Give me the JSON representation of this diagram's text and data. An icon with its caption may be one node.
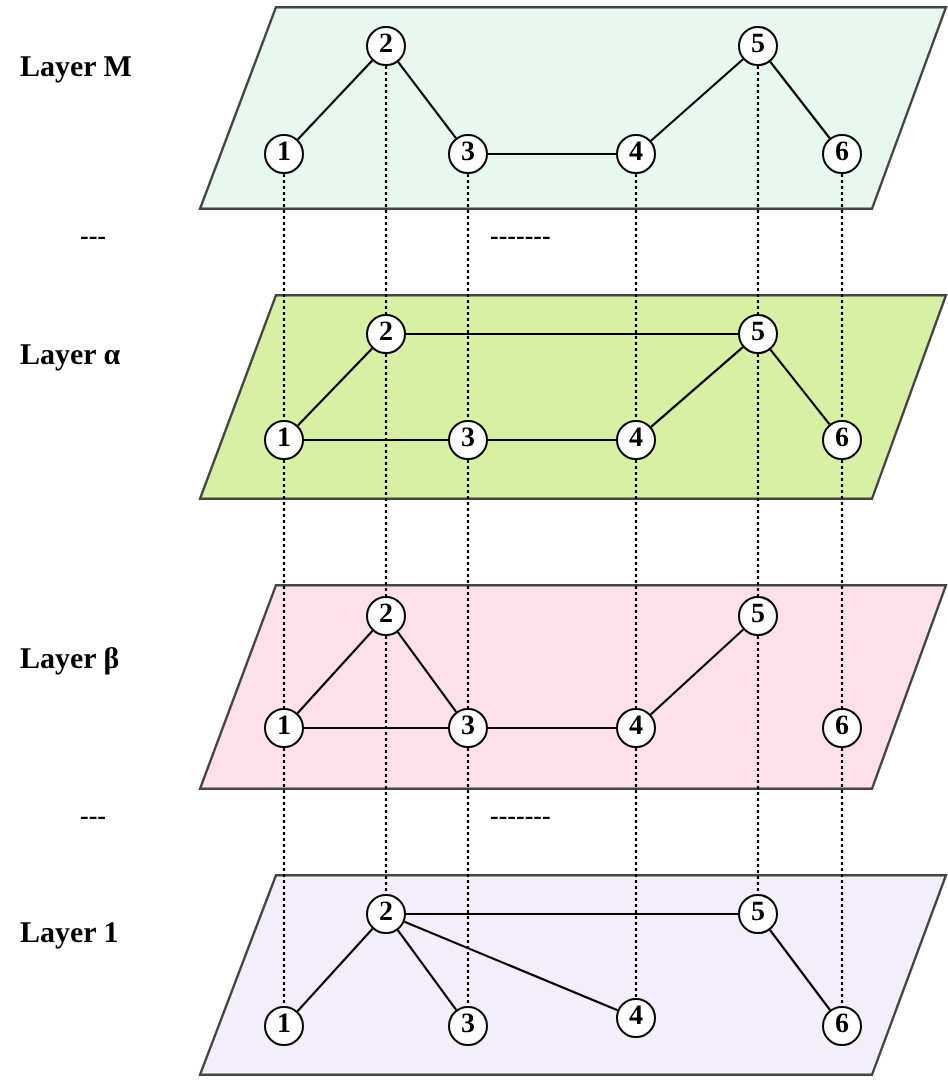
{
  "diagram": {
    "nodes": [
      {
        "text": [
          "Layer M"
        ]
      },
      {
        "text": [
          "1"
        ],
        "in": 0
      },
      {
        "text": [
          "2"
        ],
        "in": 0
      },
      {
        "text": [
          "3"
        ],
        "in": 0
      },
      {
        "text": [
          "4"
        ],
        "in": 0
      },
      {
        "text": [
          "5"
        ],
        "in": 0
      },
      {
        "text": [
          "6"
        ],
        "in": 0
      },
      {
        "text": [
          "Layer α"
        ]
      },
      {
        "text": [
          "1"
        ],
        "in": 7
      },
      {
        "text": [
          "2"
        ],
        "in": 7
      },
      {
        "text": [
          "3"
        ],
        "in": 7
      },
      {
        "text": [
          "4"
        ],
        "in": 7
      },
      {
        "text": [
          "5"
        ],
        "in": 7
      },
      {
        "text": [
          "6"
        ],
        "in": 7
      },
      {
        "text": [
          "Layer β"
        ]
      },
      {
        "text": [
          "1"
        ],
        "in": 14
      },
      {
        "text": [
          "2"
        ],
        "in": 14
      },
      {
        "text": [
          "3"
        ],
        "in": 14
      },
      {
        "text": [
          "4"
        ],
        "in": 14
      },
      {
        "text": [
          "5"
        ],
        "in": 14
      },
      {
        "text": [
          "6"
        ],
        "in": 14
      },
      {
        "text": [
          "Layer 1"
        ]
      },
      {
        "text": [
          "1"
        ],
        "in": 21
      },
      {
        "text": [
          "2"
        ],
        "in": 21
      },
      {
        "text": [
          "3"
        ],
        "in": 21
      },
      {
        "text": [
          "4"
        ],
        "in": 21
      },
      {
        "text": [
          "5"
        ],
        "in": 21
      },
      {
        "text": [
          "6"
        ],
        "in": 21
      }
    ],
    "edges": [
      {
        "from": 1,
        "to": 2,
        "arrow": "none"
      },
      {
        "from": 2,
        "to": 3,
        "arrow": "none"
      },
      {
        "from": 3,
        "to": 4,
        "arrow": "none"
      },
      {
        "from": 4,
        "to": 5,
        "arrow": "none"
      },
      {
        "from": 5,
        "to": 6,
        "arrow": "none"
      },
      {
        "from": 9,
        "to": 12,
        "arrow": "none"
      },
      {
        "from": 8,
        "to": 9,
        "arrow": "none"
      },
      {
        "from": 8,
        "to": 10,
        "arrow": "none"
      },
      {
        "from": 10,
        "to": 11,
        "arrow": "none"
      },
      {
        "from": 11,
        "to": 12,
        "arrow": "none"
      },
      {
        "from": 12,
        "to": 13,
        "arrow": "none"
      },
      {
        "from": 15,
        "to": 16,
        "arrow": "none"
      },
      {
        "from": 16,
        "to": 17,
        "arrow": "none"
      },
      {
        "from": 15,
        "to": 17,
        "arrow": "none"
      },
      {
        "from": 17,
        "to": 18,
        "arrow": "none"
      },
      {
        "from": 18,
        "to": 19,
        "arrow": "none"
      },
      {
        "from": 23,
        "to": 26,
        "arrow": "none"
      },
      {
        "from": 22,
        "to": 23,
        "arrow": "none"
      },
      {
        "from": 23,
        "to": 24,
        "arrow": "none"
      },
      {
        "from": 23,
        "to": 25,
        "arrow": "none"
      },
      {
        "from": 26,
        "to": 27,
        "arrow": "none"
      },
      {
        "from": 1,
        "to": 8,
        "arrow": "none",
        "style": "dashed"
      },
      {
        "from": 2,
        "to": 9,
        "arrow": "none",
        "style": "dashed"
      },
      {
        "from": 3,
        "to": 10,
        "arrow": "none",
        "style": "dashed"
      },
      {
        "from": 4,
        "to": 11,
        "arrow": "none",
        "style": "dashed"
      },
      {
        "from": 5,
        "to": 12,
        "arrow": "none",
        "style": "dashed"
      },
      {
        "from": 6,
        "to": 13,
        "arrow": "none",
        "style": "dashed"
      },
      {
        "from": 8,
        "to": 15,
        "arrow": "none",
        "style": "dashed"
      },
      {
        "from": 9,
        "to": 16,
        "arrow": "none",
        "style": "dashed"
      },
      {
        "from": 10,
        "to": 17,
        "arrow": "none",
        "style": "dashed"
      },
      {
        "from": 11,
        "to": 18,
        "arrow": "none",
        "style": "dashed"
      },
      {
        "from": 12,
        "to": 19,
        "arrow": "none",
        "style": "dashed"
      },
      {
        "from": 13,
        "to": 20,
        "arrow": "none",
        "style": "dashed"
      },
      {
        "from": 15,
        "to": 22,
        "arrow": "none",
        "style": "dashed"
      },
      {
        "from": 16,
        "to": 23,
        "arrow": "none",
        "style": "dashed"
      },
      {
        "from": 17,
        "to": 24,
        "arrow": "none",
        "style": "dashed"
      },
      {
        "from": 18,
        "to": 25,
        "arrow": "none",
        "style": "dashed"
      },
      {
        "from": 19,
        "to": 26,
        "arrow": "none",
        "style": "dashed"
      },
      {
        "from": 20,
        "to": 27,
        "arrow": "none",
        "style": "dashed"
      }
    ],
    "labels": [
      "---",
      "-------",
      "---",
      "-------"
    ]
  }
}
